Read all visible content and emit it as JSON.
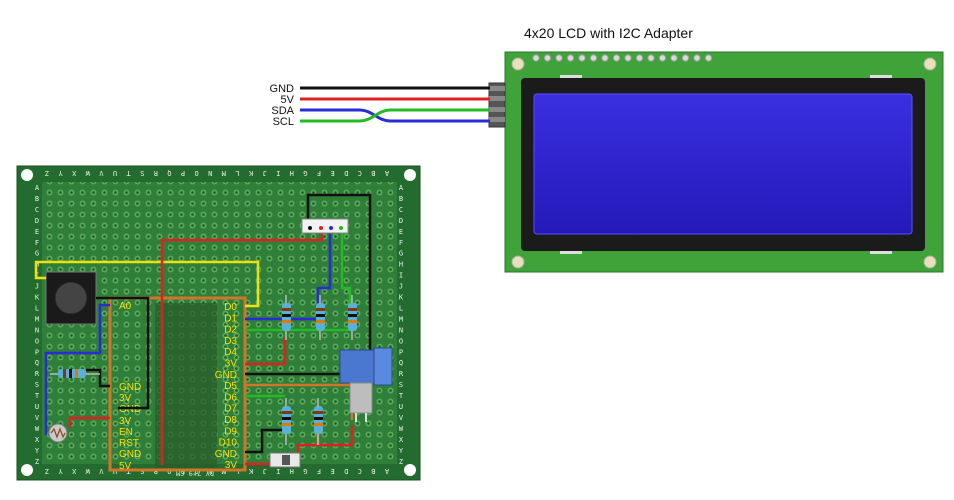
{
  "lcd": {
    "title": "4x20 LCD with I2C Adapter"
  },
  "wires": {
    "labels": [
      "GND",
      "5V",
      "SDA",
      "SCL"
    ],
    "colors": {
      "gnd": "#111111",
      "v5": "#e02020",
      "sda": "#2a2ad6",
      "scl": "#22bb22"
    }
  },
  "board": {
    "top_letters": [
      "Z",
      "Y",
      "X",
      "W",
      "V",
      "U",
      "T",
      "S",
      "R",
      "Q",
      "P",
      "O",
      "N",
      "M",
      "L",
      "K",
      "J",
      "I",
      "H",
      "G",
      "F",
      "E",
      "D",
      "C",
      "B",
      "A"
    ],
    "bottom_letters": [
      "Z",
      "Y",
      "X",
      "W",
      "V",
      "U",
      "T",
      "S",
      "R",
      "Q",
      "P",
      "O",
      "N",
      "M",
      "L",
      "K",
      "J",
      "I",
      "H",
      "G",
      "F",
      "E",
      "D",
      "C",
      "B",
      "A"
    ],
    "row_letters": [
      "A",
      "B",
      "C",
      "D",
      "E",
      "F",
      "G",
      "H",
      "I",
      "J",
      "K",
      "L",
      "M",
      "N",
      "O",
      "P",
      "Q",
      "R",
      "S",
      "T",
      "U",
      "V",
      "W",
      "X",
      "Y",
      "Z"
    ],
    "bottom_text": "DY 7*9 CM"
  },
  "mcu": {
    "left_pins": [
      "A0",
      "GND",
      "3V",
      "GND",
      "3V",
      "EN",
      "RST",
      "GND",
      "5V"
    ],
    "right_pins": [
      "D0",
      "D1",
      "D2",
      "D3",
      "D4",
      "3V",
      "GND",
      "D5",
      "D6",
      "D7",
      "D8",
      "D9",
      "D10",
      "GND",
      "3V"
    ]
  },
  "colors": {
    "board": "#2e7d3a",
    "pcb_green": "#3a9a3a",
    "lcd_screen": "#2d24c8",
    "mcu_outline": "#d2742a",
    "pin_label": "#ffe000"
  }
}
